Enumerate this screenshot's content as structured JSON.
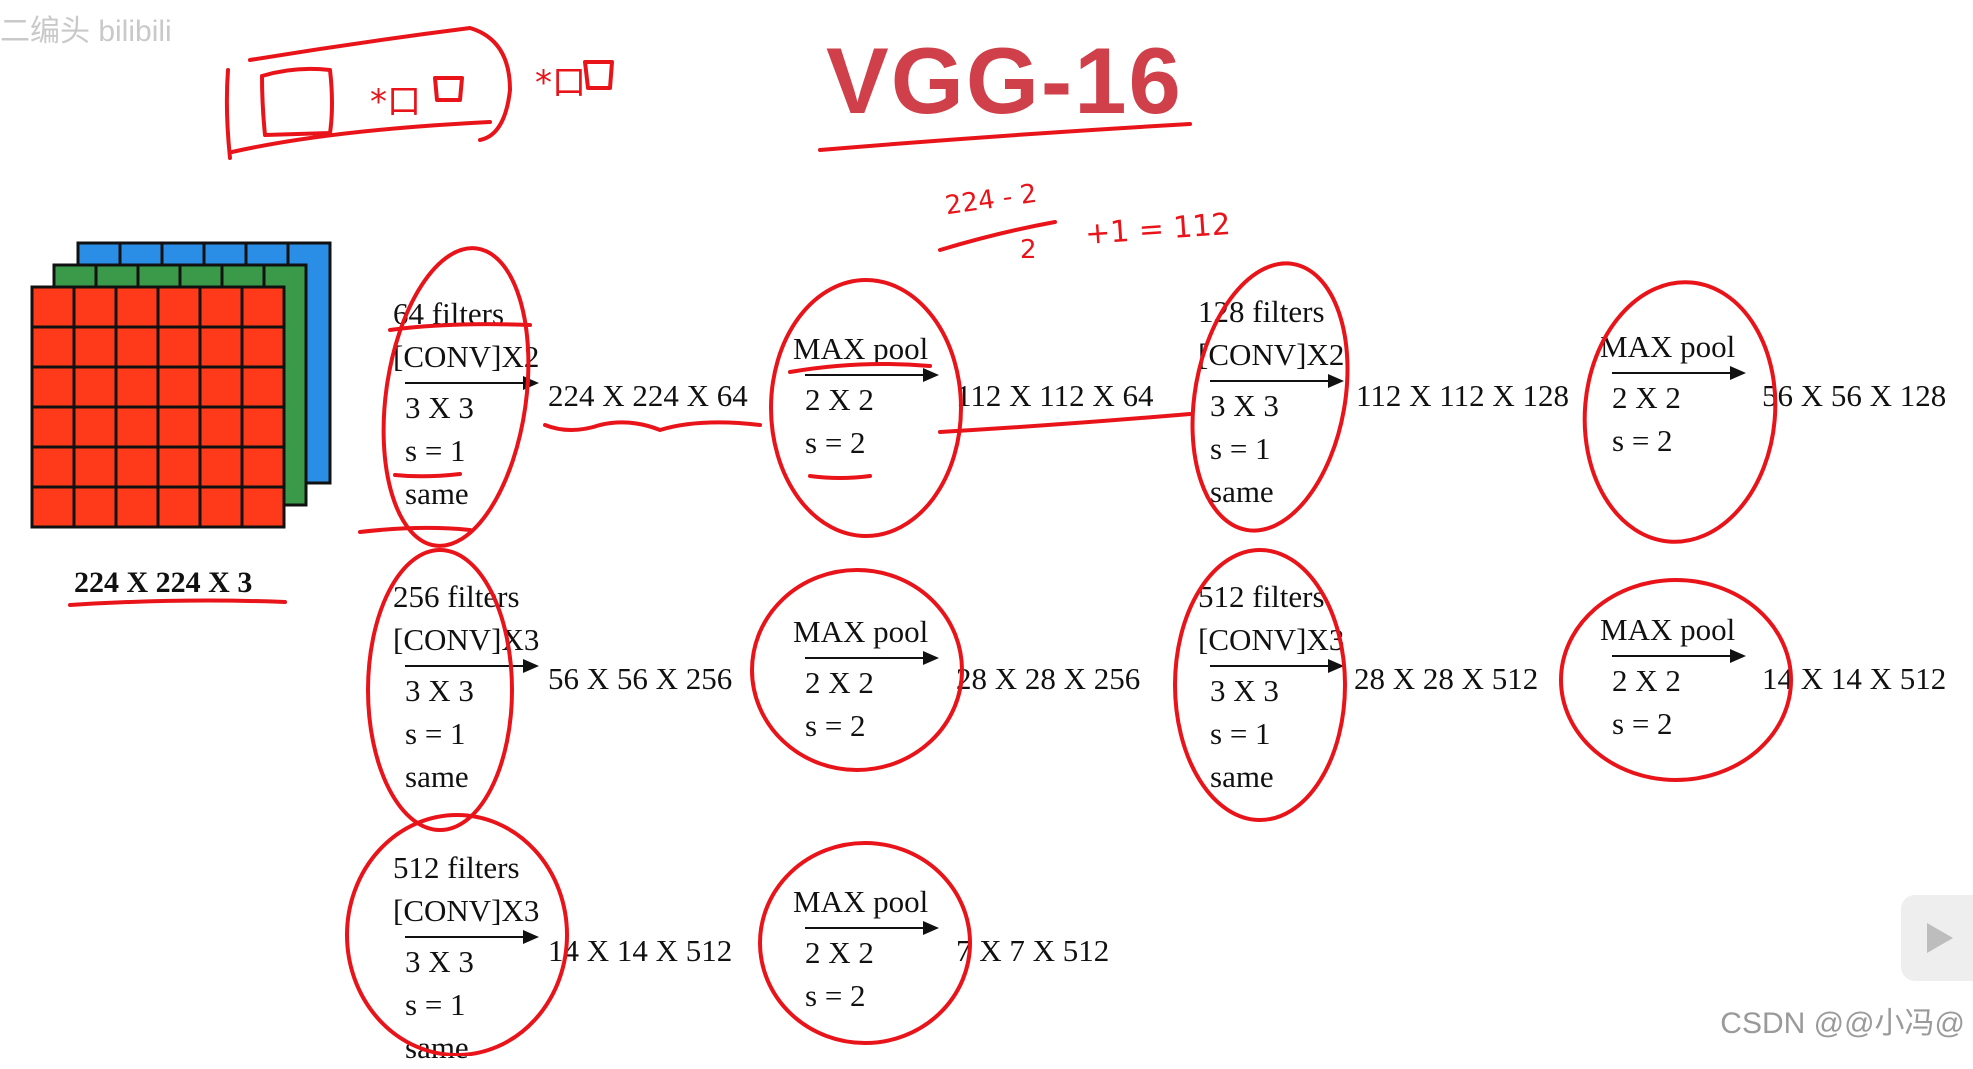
{
  "title": "VGG-16",
  "watermark": "CSDN @@小冯@",
  "watermark_top_left": "二编头 bilibili",
  "annotations": {
    "formula_top": "224 - 2",
    "formula_bottom": "2",
    "formula_right": "+1 = 112",
    "left_box_note": "*口",
    "right_box_note": "*口"
  },
  "input": {
    "label": "224 X 224 X 3",
    "layer_colors": [
      "#ff3a1a",
      "#3a9a4a",
      "#2a8ee6"
    ]
  },
  "ops": [
    {
      "l1": "64 filters",
      "l2": "[CONV]X2",
      "k": "3 X 3",
      "s": "s = 1",
      "pad": "same"
    },
    {
      "l1": "",
      "l2": "MAX pool",
      "k": "2 X 2",
      "s": "s = 2",
      "pad": ""
    },
    {
      "l1": "128 filters",
      "l2": "[CONV]X2",
      "k": "3 X 3",
      "s": "s = 1",
      "pad": "same"
    },
    {
      "l1": "",
      "l2": "MAX pool",
      "k": "2 X 2",
      "s": "s = 2",
      "pad": ""
    },
    {
      "l1": "256 filters",
      "l2": "[CONV]X3",
      "k": "3 X 3",
      "s": "s = 1",
      "pad": "same"
    },
    {
      "l1": "",
      "l2": "MAX pool",
      "k": "2 X 2",
      "s": "s = 2",
      "pad": ""
    },
    {
      "l1": "512 filters",
      "l2": "[CONV]X3",
      "k": "3 X 3",
      "s": "s = 1",
      "pad": "same"
    },
    {
      "l1": "",
      "l2": "MAX pool",
      "k": "2 X 2",
      "s": "s = 2",
      "pad": ""
    },
    {
      "l1": "512 filters",
      "l2": "[CONV]X3",
      "k": "3 X 3",
      "s": "s = 1",
      "pad": "same"
    },
    {
      "l1": "",
      "l2": "MAX pool",
      "k": "2 X 2",
      "s": "s = 2",
      "pad": ""
    }
  ],
  "dims": [
    "224 X 224 X 64",
    "112 X 112 X 64",
    "112 X 112 X 128",
    "56 X 56 X 128",
    "56 X 56 X 256",
    "28 X 28 X 256",
    "28 X 28 X 512",
    "14 X 14 X 512",
    "14 X 14 X 512",
    "7 X 7 X 512"
  ],
  "ink_color": "#e8141a"
}
